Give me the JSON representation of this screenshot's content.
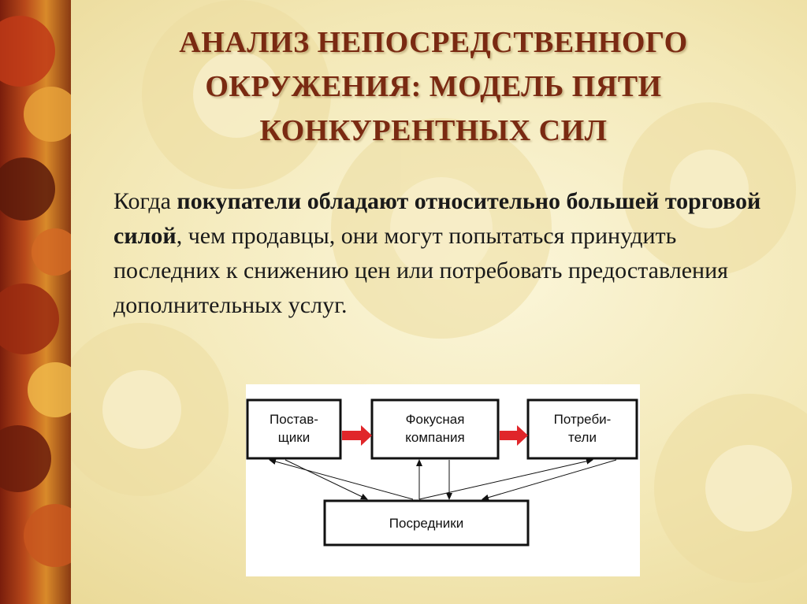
{
  "slide": {
    "title_lines": [
      "АНАЛИЗ НЕПОСРЕДСТВЕННОГО",
      "ОКРУЖЕНИЯ: МОДЕЛЬ ПЯТИ",
      "КОНКУРЕНТНЫХ СИЛ"
    ],
    "body": {
      "part1": "Когда ",
      "part2_bold": "покупатели обладают относительно большей торговой силой",
      "part3": ", чем продавцы, они могут попытаться принудить последних к снижению цен или потребовать предоставления дополнительных услуг."
    },
    "diagram": {
      "suppliers_line1": "Постав-",
      "suppliers_line2": "щики",
      "focus_line1": "Фокусная",
      "focus_line2": "компания",
      "consumers_line1": "Потреби-",
      "consumers_line2": "тели",
      "intermediaries": "Посредники",
      "arrow_color": "#e0262a"
    }
  }
}
